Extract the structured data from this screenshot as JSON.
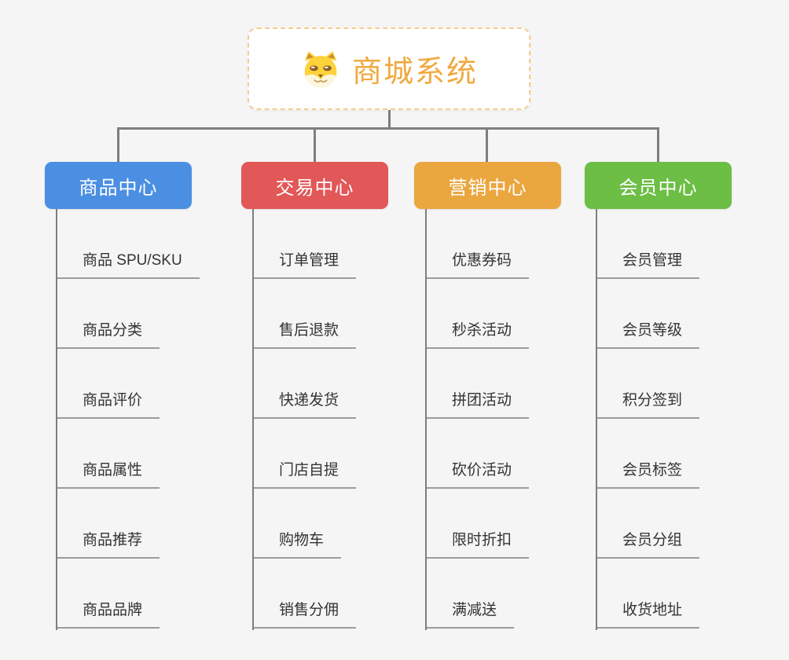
{
  "root": {
    "title": "商城系统",
    "icon": "shiba-dog-icon"
  },
  "branches": [
    {
      "label": "商品中心",
      "color": "#4b8fe2",
      "items": [
        "商品 SPU/SKU",
        "商品分类",
        "商品评价",
        "商品属性",
        "商品推荐",
        "商品品牌"
      ]
    },
    {
      "label": "交易中心",
      "color": "#e25757",
      "items": [
        "订单管理",
        "售后退款",
        "快递发货",
        "门店自提",
        "购物车",
        "销售分佣"
      ]
    },
    {
      "label": "营销中心",
      "color": "#eaa63f",
      "items": [
        "优惠券码",
        "秒杀活动",
        "拼团活动",
        "砍价活动",
        "限时折扣",
        "满减送"
      ]
    },
    {
      "label": "会员中心",
      "color": "#6cbe45",
      "items": [
        "会员管理",
        "会员等级",
        "积分签到",
        "会员标签",
        "会员分组",
        "收货地址"
      ]
    }
  ],
  "palette": {
    "background": "#f5f5f6",
    "root_text": "#f0a93f",
    "root_border": "#f3cd92",
    "connector": "#7e7e7e",
    "underline": "#9c9c9c",
    "child_text": "#333333"
  }
}
